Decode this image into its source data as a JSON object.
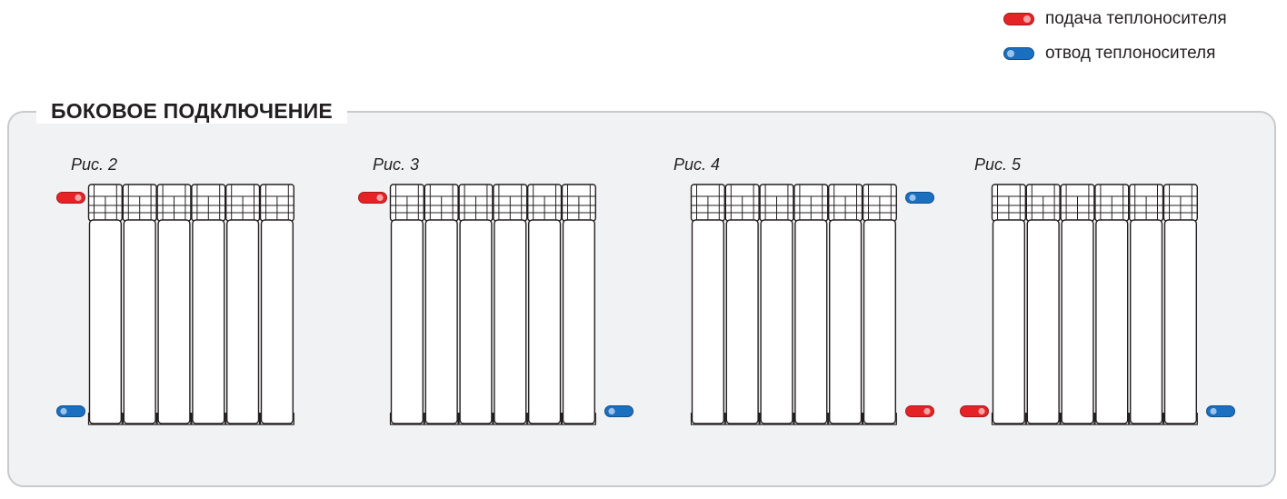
{
  "legend": {
    "supply_label": "подача теплоносителя",
    "return_label": "отвод теплоносителя",
    "supply_color": "#e52326",
    "return_color": "#1a6fc1"
  },
  "panel": {
    "title": "БОКОВОЕ ПОДКЛЮЧЕНИЕ"
  },
  "figures": [
    {
      "caption": "Рис. 2",
      "top_left": "supply",
      "bottom_left": "return"
    },
    {
      "caption": "Рис. 3",
      "top_left": "supply",
      "bottom_right": "return"
    },
    {
      "caption": "Рис. 4",
      "top_right": "return",
      "bottom_right": "supply"
    },
    {
      "caption": "Рис. 5",
      "bottom_left": "supply",
      "bottom_right": "return"
    }
  ]
}
